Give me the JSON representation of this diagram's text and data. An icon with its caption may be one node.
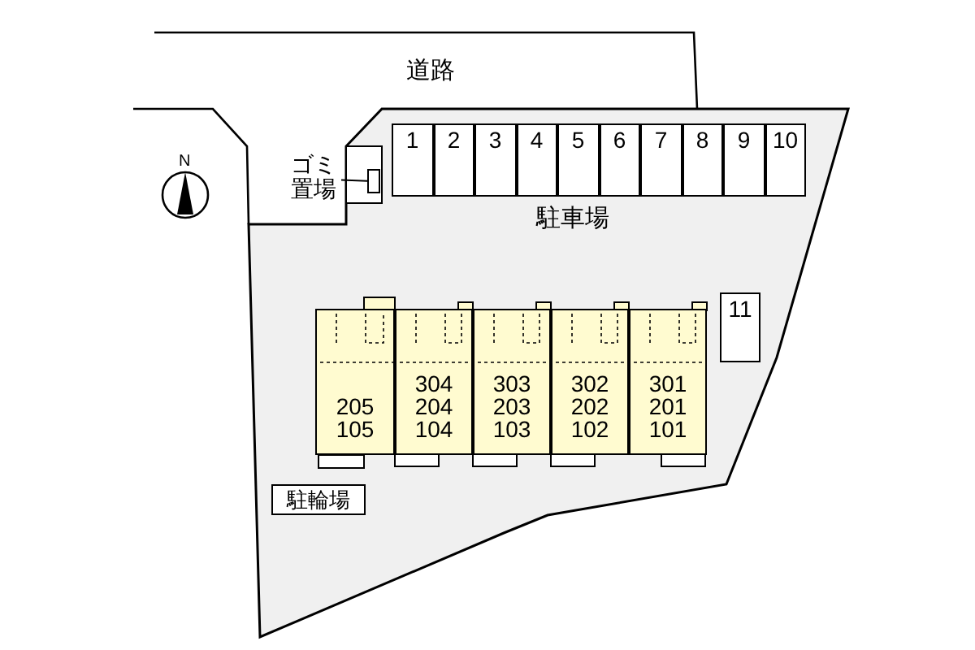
{
  "diagram": {
    "nodes": [
      {
        "text": [
          "1"
        ]
      },
      {
        "text": [
          "2"
        ]
      },
      {
        "text": [
          "3"
        ]
      },
      {
        "text": [
          "4"
        ]
      },
      {
        "text": [
          "5"
        ]
      },
      {
        "text": [
          "6"
        ]
      },
      {
        "text": [
          "7"
        ]
      },
      {
        "text": [
          "8"
        ]
      },
      {
        "text": [
          "9"
        ]
      },
      {
        "text": [
          "10"
        ]
      },
      {
        "text": [
          "11"
        ]
      },
      {
        "text": [
          "ゴミ置場"
        ]
      },
      {
        "text": [],
        "shape": "box"
      },
      {
        "text": [
          "205",
          "105"
        ]
      },
      {
        "text": [
          "304",
          "204",
          "104"
        ]
      },
      {
        "text": [
          "303",
          "203",
          "103"
        ]
      },
      {
        "text": [
          "302",
          "202",
          "102"
        ]
      },
      {
        "text": [
          "301",
          "201",
          "101"
        ]
      },
      {
        "text": [
          "駐輪場"
        ]
      }
    ],
    "edges": [
      {
        "from": 11,
        "to": 12,
        "arrow": "none"
      }
    ],
    "labels": [
      "道路",
      "N",
      "駐車場"
    ]
  }
}
